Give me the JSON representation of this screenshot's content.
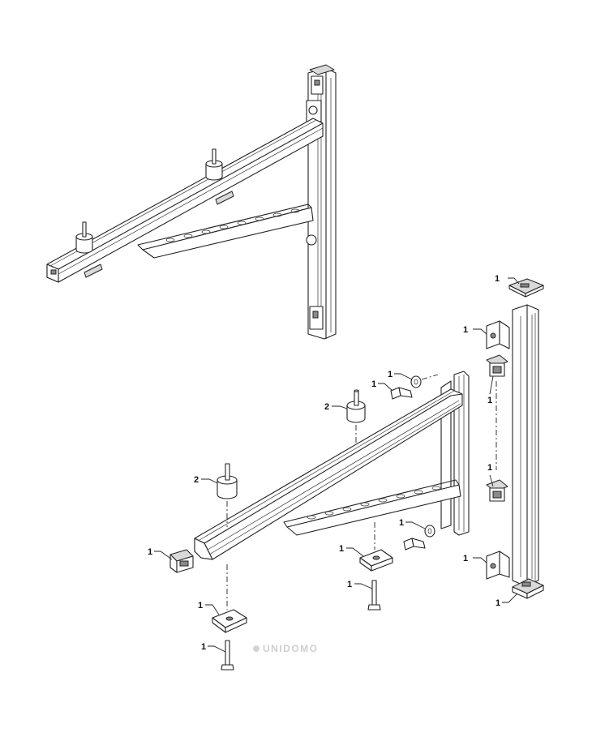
{
  "callouts": {
    "end_cap_rail_top": "1",
    "wall_bracket_upper": "1",
    "pipe_clamp_upper": "1",
    "washer_upper": "1",
    "bolt_upper": "1",
    "damper_rear": "2",
    "damper_front": "2",
    "end_cap_arm": "1",
    "channel_nut_front": "1",
    "bolt_front": "1",
    "channel_nut_rear": "1",
    "bolt_rear": "1",
    "washer_lower": "1",
    "wall_bracket_lower": "1",
    "end_cap_rail_bottom": "1",
    "pipe_clamp_lower": "1"
  },
  "watermark": "UNIDOMO"
}
